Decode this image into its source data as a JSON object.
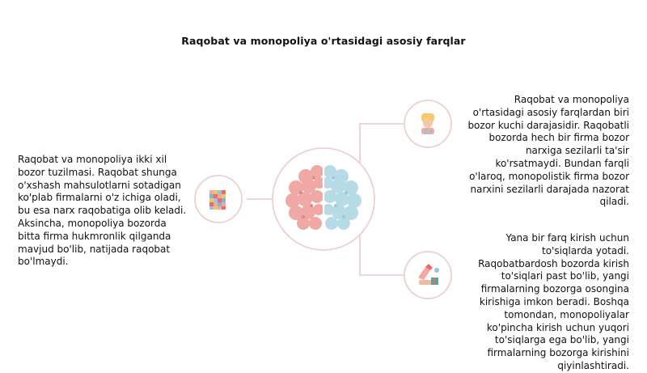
{
  "title": "Raqobat va monopoliya o'rtasidagi asosiy farqlar",
  "left_text": "Raqobat va monopoliya ikki xil bozor tuzilmasi. Raqobat shunga o'xshash mahsulotlarni sotadigan ko'plab firmalarni o'z ichiga oladi, bu esa narx raqobatiga olib keladi. Aksincha, monopoliya bozorda bitta firma hukmronlik qilganda mavjud bo'lib, natijada raqobat bo'lmaydi.",
  "right_text_top": "Raqobat va monopoliya o'rtasidagi asosiy farqlardan biri bozor kuchi darajasidir. Raqobatli bozorda hech bir firma bozor narxiga sezilarli ta'sir ko'rsatmaydi. Bundan farqli o'laroq, monopolistik firma bozor narxini sezilarli darajada nazorat qiladi.",
  "right_text_bottom": "Yana bir farq kirish uchun to'siqlarda yotadi. Raqobatbardosh bozorda kirish to'siqlari past bo'lib, yangi firmalarning bozorga osongina kirishiga imkon beradi. Boshqa tomondan, monopoliyalar ko'pincha kirish uchun yuqori to'siqlarga ega bo'lib, yangi firmalarning bozorga kirishini qiyinlashtiradi.",
  "icons": {
    "center": "brain-icon",
    "left": "mosaic-icon",
    "top_right": "person-icon",
    "bottom_right": "hand-gift-icon"
  },
  "colors": {
    "connector": "#e9c9c4",
    "brain_left": "#f0a8a5",
    "brain_right": "#b7dbe6"
  }
}
